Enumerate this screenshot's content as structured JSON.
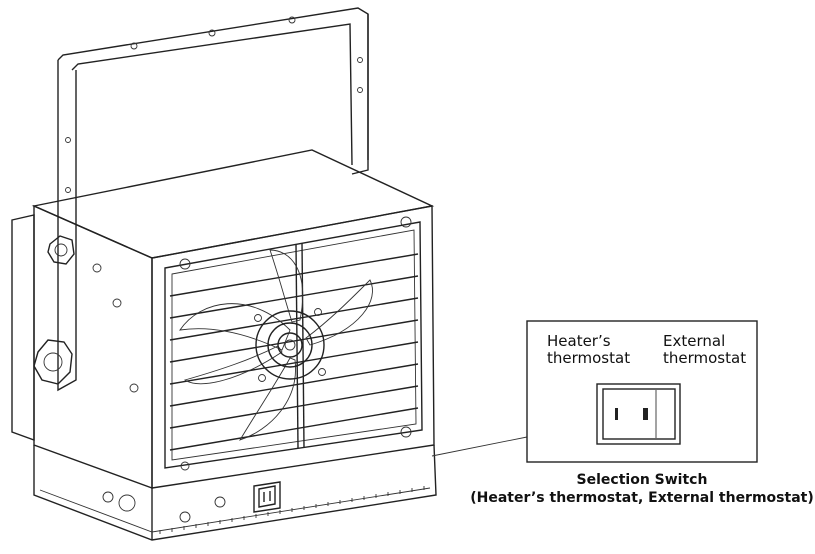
{
  "callout": {
    "left_label_line1": "Heater’s",
    "left_label_line2": "thermostat",
    "right_label_line1": "External",
    "right_label_line2": "thermostat"
  },
  "caption": {
    "title": "Selection Switch",
    "subtitle": "(Heater’s thermostat, External thermostat)"
  }
}
